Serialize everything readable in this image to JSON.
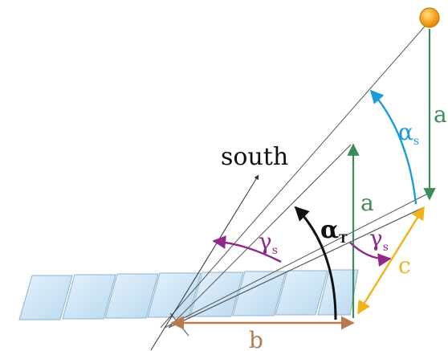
{
  "labels": {
    "south": "south",
    "a_right": "a",
    "a_mid": "a",
    "b": "b",
    "c": "c",
    "alpha_s": "α",
    "alpha_s_sub": "s",
    "alpha_T": "α",
    "alpha_T_sub": "T",
    "gamma_left": "γ",
    "gamma_left_sub": "s",
    "gamma_right": "γ",
    "gamma_right_sub": "s"
  },
  "colors": {
    "background": "#ffffff",
    "sun": "#f4a21c",
    "sun_edge": "#c97a08",
    "panel_fill": "#cfe6f6",
    "panel_edge": "#8fb3cf",
    "green": "#3f8a5c",
    "blue": "#1b9bd7",
    "black": "#111111",
    "purple": "#8e2a8a",
    "yellow": "#f2b21b",
    "brown": "#b87a4e",
    "gray_line": "#555555"
  },
  "icons": {
    "sun": "sun-icon"
  }
}
